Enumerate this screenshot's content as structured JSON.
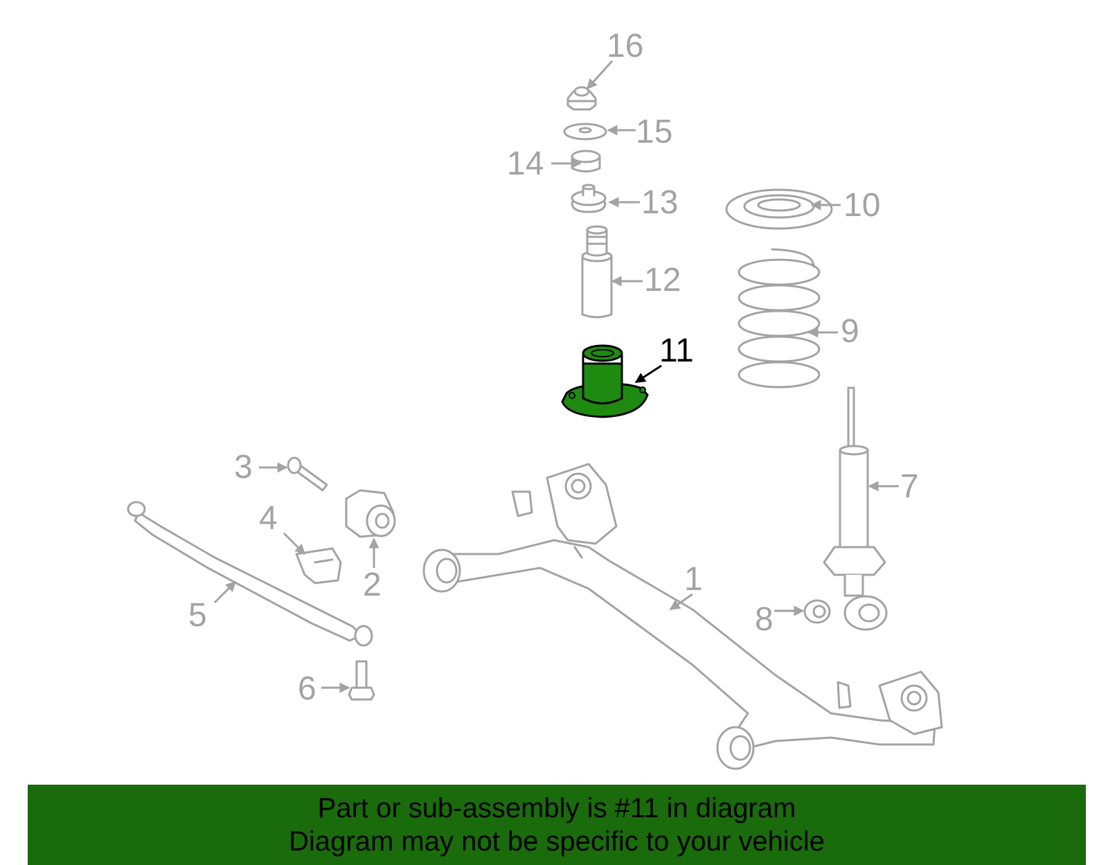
{
  "diagram": {
    "callouts": [
      {
        "id": "1",
        "label": "1"
      },
      {
        "id": "2",
        "label": "2"
      },
      {
        "id": "3",
        "label": "3"
      },
      {
        "id": "4",
        "label": "4"
      },
      {
        "id": "5",
        "label": "5"
      },
      {
        "id": "6",
        "label": "6"
      },
      {
        "id": "7",
        "label": "7"
      },
      {
        "id": "8",
        "label": "8"
      },
      {
        "id": "9",
        "label": "9"
      },
      {
        "id": "10",
        "label": "10"
      },
      {
        "id": "11",
        "label": "11"
      },
      {
        "id": "12",
        "label": "12"
      },
      {
        "id": "13",
        "label": "13"
      },
      {
        "id": "14",
        "label": "14"
      },
      {
        "id": "15",
        "label": "15"
      },
      {
        "id": "16",
        "label": "16"
      }
    ],
    "highlighted_part": "11",
    "colors": {
      "highlight_fill": "#1f8a10",
      "outline": "#a3a3a3",
      "banner": "#1a6b0c"
    }
  },
  "banner": {
    "line1": "Part or sub-assembly is #11 in diagram",
    "line2": "Diagram may not be specific to your vehicle"
  }
}
